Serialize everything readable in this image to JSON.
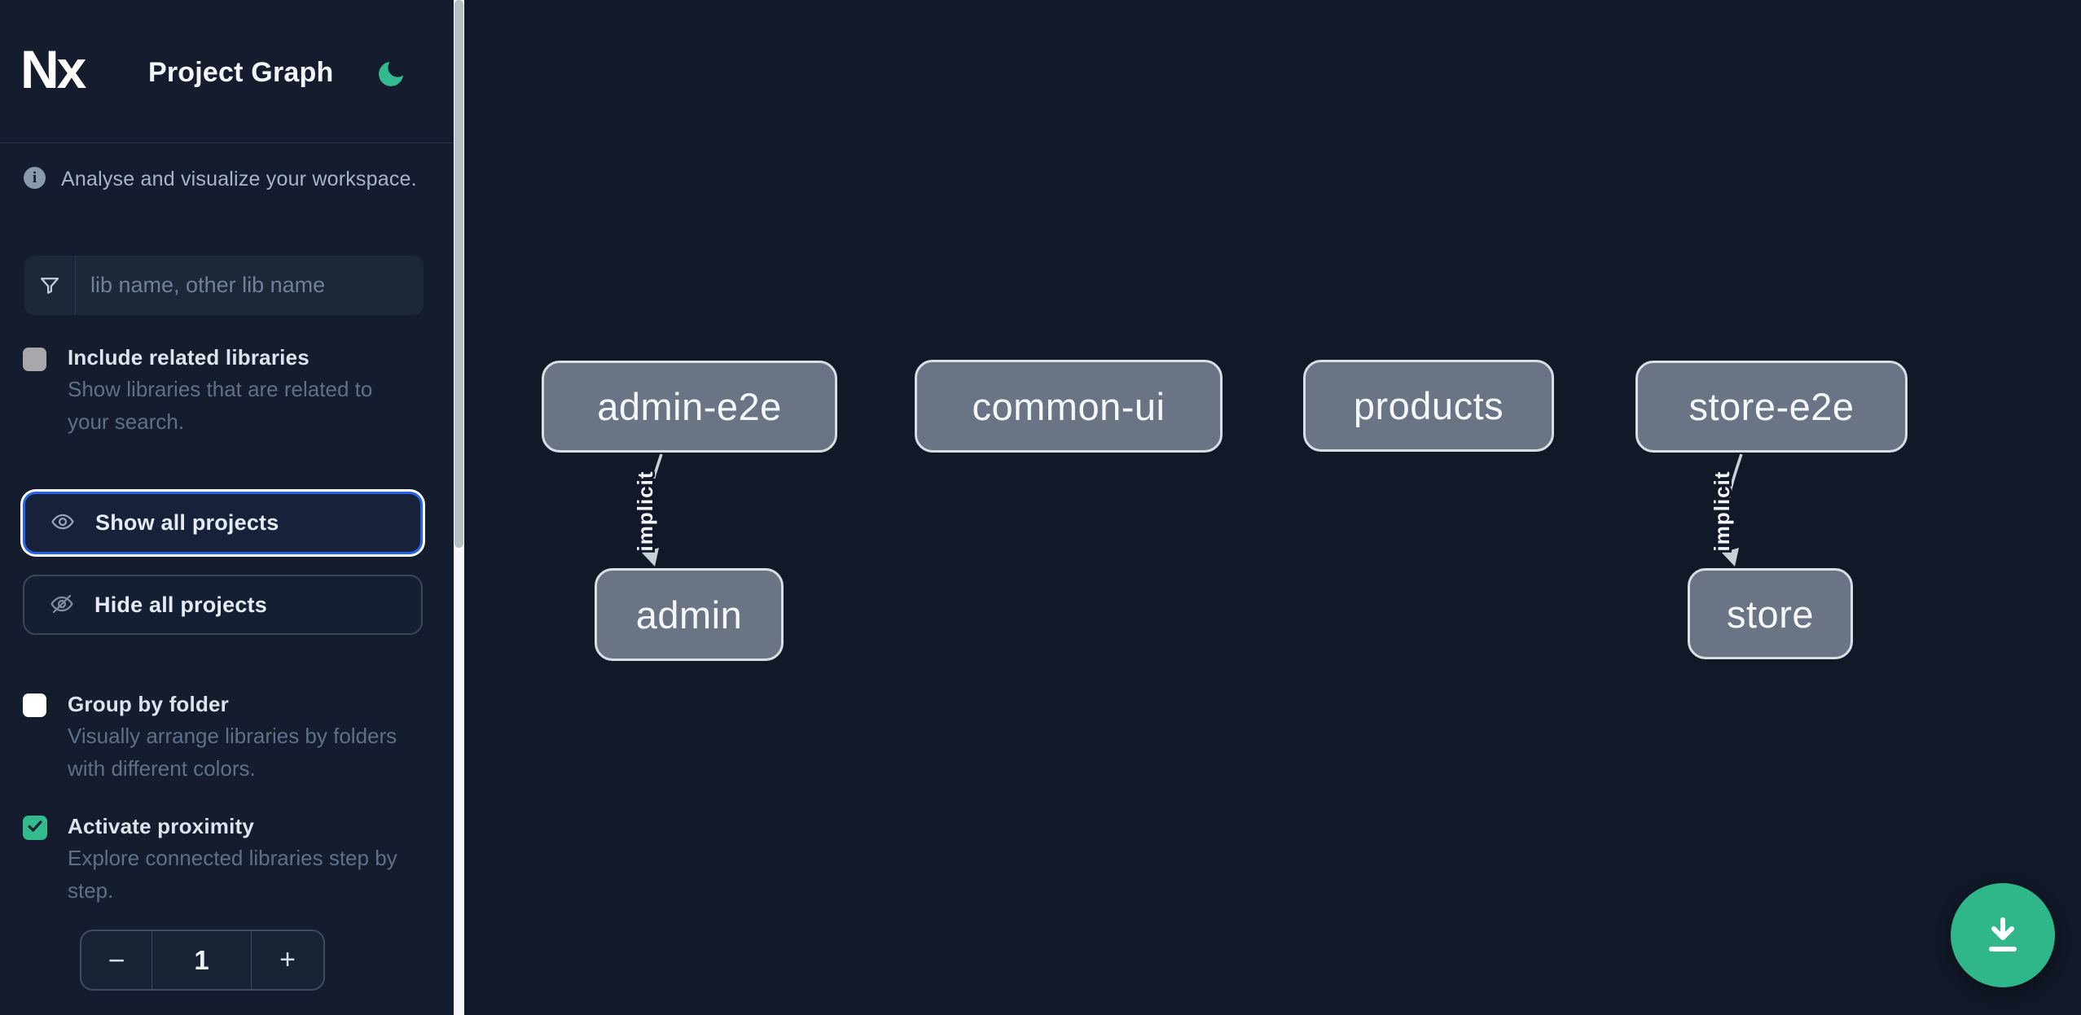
{
  "header": {
    "logo_text": "Nx",
    "title": "Project Graph"
  },
  "sidebar": {
    "tagline": "Analyse and visualize your workspace.",
    "filter": {
      "placeholder": "lib name, other lib name",
      "value": ""
    },
    "options": [
      {
        "label": "Include related libraries",
        "description": "Show libraries that are related to your search.",
        "checked": false,
        "disabled": true
      },
      {
        "label": "Group by folder",
        "description": "Visually arrange libraries by folders with different colors.",
        "checked": false,
        "disabled": false
      },
      {
        "label": "Activate proximity",
        "description": "Explore connected libraries step by step.",
        "checked": true,
        "disabled": false
      }
    ],
    "actions": [
      {
        "label": "Show all projects",
        "focused": true
      },
      {
        "label": "Hide all projects",
        "focused": false
      }
    ],
    "proximity_stepper": {
      "decrement_label": "−",
      "value": "1",
      "increment_label": "+"
    }
  },
  "graph": {
    "nodes": [
      {
        "label": "admin-e2e"
      },
      {
        "label": "common-ui"
      },
      {
        "label": "products"
      },
      {
        "label": "store-e2e"
      },
      {
        "label": "admin"
      },
      {
        "label": "store"
      }
    ],
    "edges": [
      {
        "from": "admin-e2e",
        "to": "admin",
        "label": "implicit"
      },
      {
        "from": "store-e2e",
        "to": "store",
        "label": "implicit"
      }
    ]
  },
  "fab": {
    "icon": "download-icon"
  },
  "colors": {
    "accent_blue": "#2563eb",
    "accent_green": "#34bb8d",
    "node_fill": "#6a7484",
    "node_border": "#d9dde4",
    "sidebar_bg": "#141c2d",
    "canvas_bg": "#111827",
    "edge": "#c9d0d9"
  }
}
